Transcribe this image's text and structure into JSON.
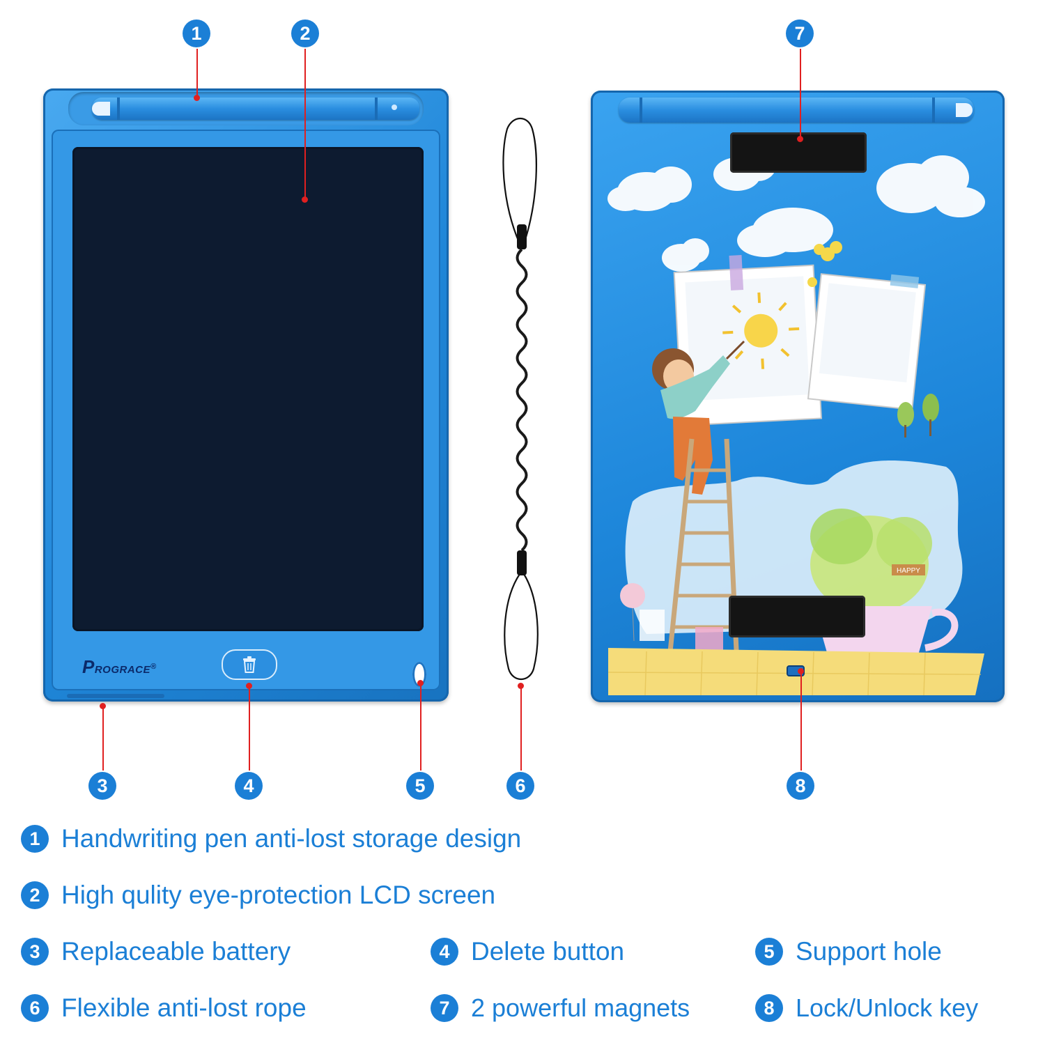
{
  "brand": {
    "name_initial": "P",
    "name_rest": "ROGRACE",
    "registered": "®"
  },
  "callouts": [
    {
      "number": "1",
      "label": "Handwriting pen anti-lost storage design"
    },
    {
      "number": "2",
      "label": "High qulity eye-protection LCD screen"
    },
    {
      "number": "3",
      "label": "Replaceable battery"
    },
    {
      "number": "4",
      "label": "Delete button"
    },
    {
      "number": "5",
      "label": "Support hole"
    },
    {
      "number": "6",
      "label": "Flexible anti-lost rope"
    },
    {
      "number": "7",
      "label": "2 powerful magnets"
    },
    {
      "number": "8",
      "label": "Lock/Unlock key"
    }
  ],
  "back_art": {
    "mug_text": "HAPPY"
  },
  "colors": {
    "accent_blue": "#1b7fd6",
    "leader_red": "#e02020",
    "screen": "#0d1b30"
  }
}
